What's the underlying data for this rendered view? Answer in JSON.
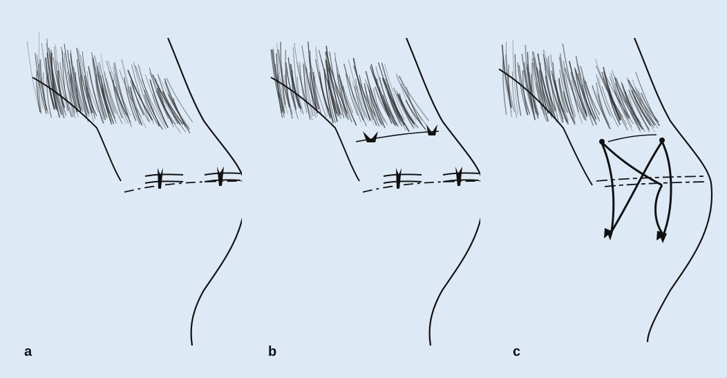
{
  "figure": {
    "background_color": "#dde9f5",
    "line_color": "#111111",
    "lash_color": "#333333",
    "panels": [
      {
        "label": "a",
        "mid_sutures": 2,
        "upper_sutures": 0,
        "cross_sutures": false
      },
      {
        "label": "b",
        "mid_sutures": 2,
        "upper_sutures": 2,
        "cross_sutures": false
      },
      {
        "label": "c",
        "mid_sutures": 0,
        "upper_sutures": 0,
        "cross_sutures": true
      }
    ]
  }
}
